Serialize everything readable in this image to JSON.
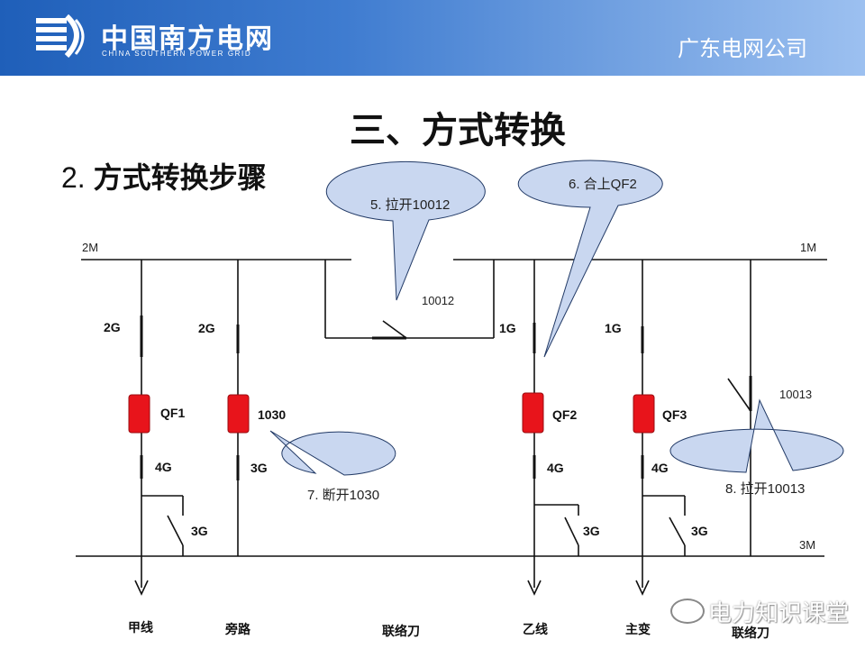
{
  "header": {
    "logo_cn": "中国南方电网",
    "logo_en": "CHINA SOUTHERN POWER GRID",
    "company": "广东电网公司",
    "brand_color": "#1f5fb9"
  },
  "title": "三、方式转换",
  "subtitle": {
    "number": "2.",
    "text": "方式转换步骤"
  },
  "buses": {
    "bus_2m": "2M",
    "bus_1m": "1M",
    "bus_3m": "3M"
  },
  "switch_labels": {
    "jia_2g": "2G",
    "jia_qf": "QF1",
    "jia_4g": "4G",
    "jia_3g": "3G",
    "pang_2g": "2G",
    "pang_qf": "1030",
    "pang_3g": "3G",
    "tie_10012": "10012",
    "yi_1g": "1G",
    "yi_qf": "QF2",
    "yi_4g": "4G",
    "yi_3g": "3G",
    "zhu_1g": "1G",
    "zhu_qf": "QF3",
    "zhu_4g": "4G",
    "zhu_3g": "3G",
    "tie_10013": "10013"
  },
  "feeders": [
    "甲线",
    "旁路",
    "联络刀",
    "乙线",
    "主变",
    "联络刀"
  ],
  "callouts": [
    "5. 拉开10012",
    "6. 合上QF2",
    "7. 断开1030",
    "8. 拉开10013"
  ],
  "breaker_color": "#e8141b",
  "callout_fill": "#c9d7f0",
  "watermark": "电力知识课堂"
}
